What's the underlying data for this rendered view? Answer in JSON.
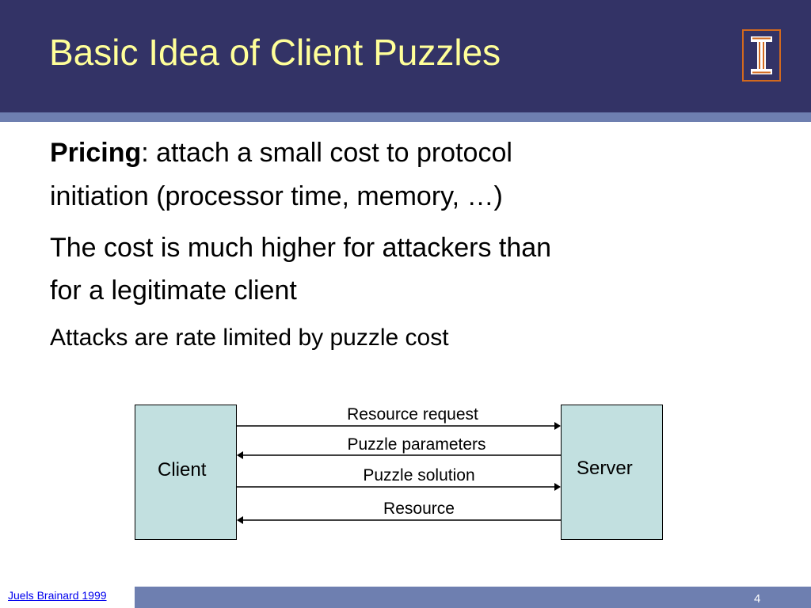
{
  "colors": {
    "title_bar": "#333366",
    "title_text": "#ffff99",
    "accent_rule": "#6e7fb0",
    "box_fill": "#c2e0e0",
    "logo_orange": "#d2691e",
    "link": "#0000ee"
  },
  "slide": {
    "title": "Basic Idea of Client Puzzles",
    "logo_icon": "illinois-block-i-icon",
    "bullets": [
      {
        "bold": "Pricing",
        "rest": ": attach a small cost to protocol",
        "continuation": "initiation (processor time, memory, …)"
      },
      {
        "line1": "The cost is much higher for attackers than",
        "line2": "for a legitimate client"
      },
      {
        "text": "Attacks are rate limited by puzzle cost"
      }
    ],
    "diagram": {
      "client_label": "Client",
      "server_label": "Server",
      "messages": [
        {
          "label": "Resource request",
          "direction": "client-to-server"
        },
        {
          "label": "Puzzle parameters",
          "direction": "server-to-client"
        },
        {
          "label": "Puzzle solution",
          "direction": "client-to-server"
        },
        {
          "label": "Resource",
          "direction": "server-to-client"
        }
      ]
    },
    "footer": {
      "credit": "Juels Brainard 1999",
      "page_number": "4"
    }
  }
}
